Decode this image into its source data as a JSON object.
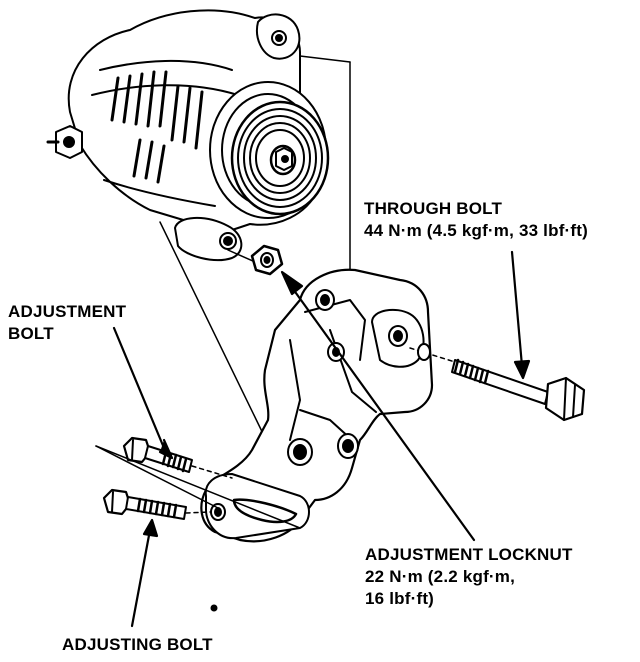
{
  "labels": {
    "through_bolt": {
      "name": "THROUGH BOLT",
      "torque": "44 N·m (4.5 kgf·m, 33 lbf·ft)"
    },
    "adjustment_bolt": {
      "line1": "ADJUSTMENT",
      "line2": "BOLT"
    },
    "adjustment_locknut": {
      "name": "ADJUSTMENT LOCKNUT",
      "torque_line1": "22 N·m (2.2 kgf·m,",
      "torque_line2": "16 lbf·ft)"
    },
    "adjusting_bolt": {
      "name": "ADJUSTING BOLT"
    }
  },
  "colors": {
    "ink": "#000000",
    "background": "#ffffff"
  }
}
